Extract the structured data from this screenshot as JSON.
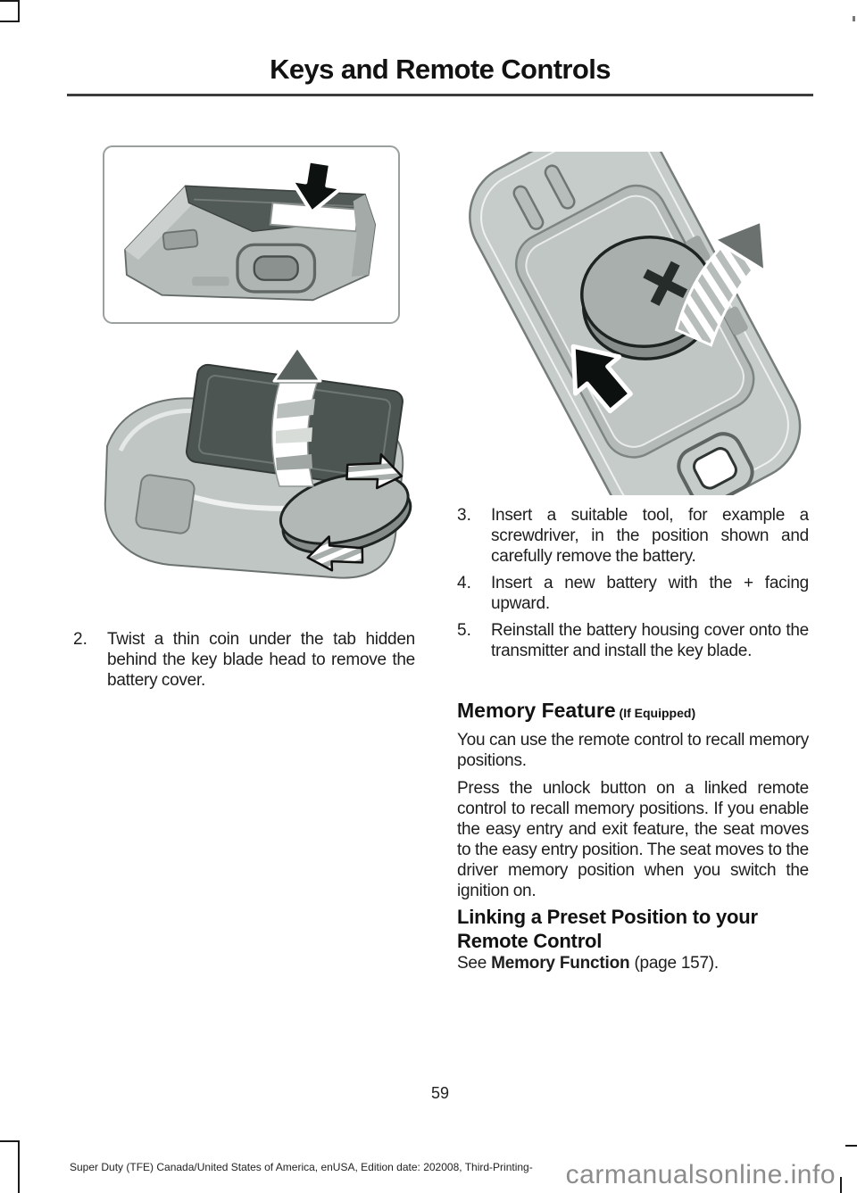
{
  "header": {
    "title": "Keys and Remote Controls"
  },
  "steps_left": [
    {
      "number": "2.",
      "text": "Twist a thin coin under the tab hidden behind the key blade head to remove the battery cover."
    }
  ],
  "steps_right": [
    {
      "number": "3.",
      "text": "Insert a suitable tool, for example a screwdriver, in the position shown and carefully remove the battery."
    },
    {
      "number": "4.",
      "text": "Insert a new battery with the + facing upward."
    },
    {
      "number": "5.",
      "text": "Reinstall the battery housing cover onto the transmitter and install the key blade."
    }
  ],
  "memory_feature": {
    "heading": "Memory Feature",
    "heading_suffix": " (If Equipped)",
    "para1": "You can use the remote control to recall memory positions.",
    "para2": "Press the unlock button on a linked remote control to recall memory positions.  If you enable the easy entry and exit feature, the seat moves to the easy entry position.  The seat moves to the driver memory position when you switch the ignition on."
  },
  "linking": {
    "heading": "Linking a Preset Position to your Remote Control",
    "see_prefix": "See ",
    "see_bold": "Memory Function",
    "see_suffix": " (page 157)."
  },
  "figures": {
    "fig1_name": "key-fob-bottom-cover-slot-down-arrow",
    "fig2_name": "key-fob-cover-lifted-coin-battery-removal",
    "fig3_name": "key-fob-open-battery-compartment-plus-up",
    "battery_plus_label": "+"
  },
  "page_number": "59",
  "footer": "Super Duty (TFE) Canada/United States of America, enUSA, Edition date: 202008, Third-Printing-",
  "watermark": "carmanualsonline.info",
  "colors": {
    "text": "#1d1d1d",
    "rule": "#3c3c3c",
    "illustration_body": "#bfc6c3",
    "illustration_cover": "#4f5755",
    "battery_gray": "#a9afac",
    "outline_dark": "#1d2321",
    "watermark_gray": "#8c8c8c"
  }
}
